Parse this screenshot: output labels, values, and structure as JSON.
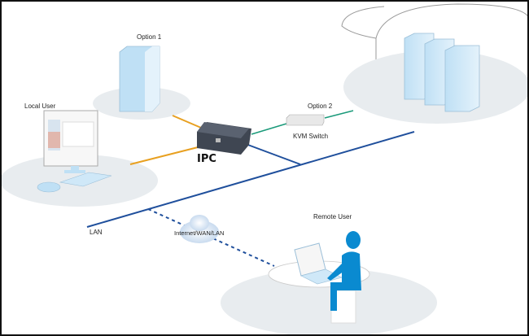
{
  "labels": {
    "option1": "Option 1",
    "option2": "Option 2",
    "local_user": "Local User",
    "ipc": "IPC",
    "kvm_switch": "KVM Switch",
    "lan": "LAN",
    "internet": "Internet/WAN/LAN",
    "remote_user": "Remote User"
  },
  "colors": {
    "lan_line": "#1f4f9c",
    "server_line": "#e8a020",
    "kvm_line": "#1a9a7a",
    "device_blue": "#bfe0f5",
    "person": "#0a8ad0",
    "disc": "#e8ecef"
  },
  "icons": [
    "server-tower-icon",
    "monitor-icon",
    "keyboard-icon",
    "mouse-icon",
    "ipc-device-icon",
    "kvm-switch-icon",
    "cloud-icon",
    "laptop-icon",
    "person-icon"
  ]
}
